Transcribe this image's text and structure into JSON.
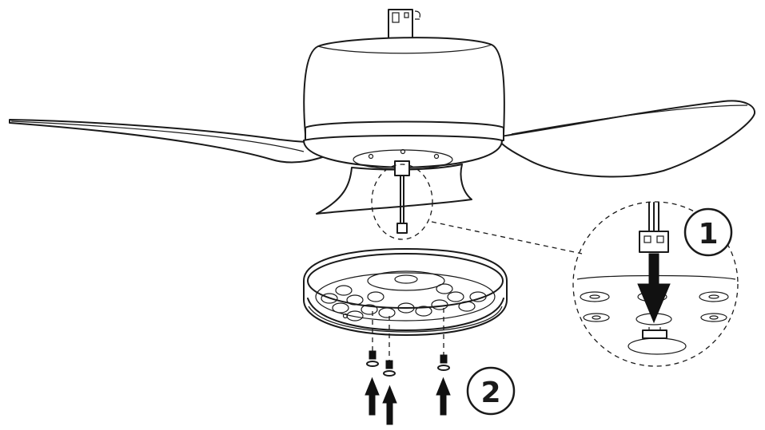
{
  "steps": [
    {
      "number": "1"
    },
    {
      "number": "2"
    }
  ],
  "colors": {
    "ink": "#1a1a1a",
    "background": "#ffffff"
  },
  "icons": [
    "fan-motor-housing",
    "fan-blade",
    "led-light-kit",
    "wire-connector",
    "screw",
    "up-arrow",
    "down-arrow",
    "magnifier-detail-circle"
  ]
}
